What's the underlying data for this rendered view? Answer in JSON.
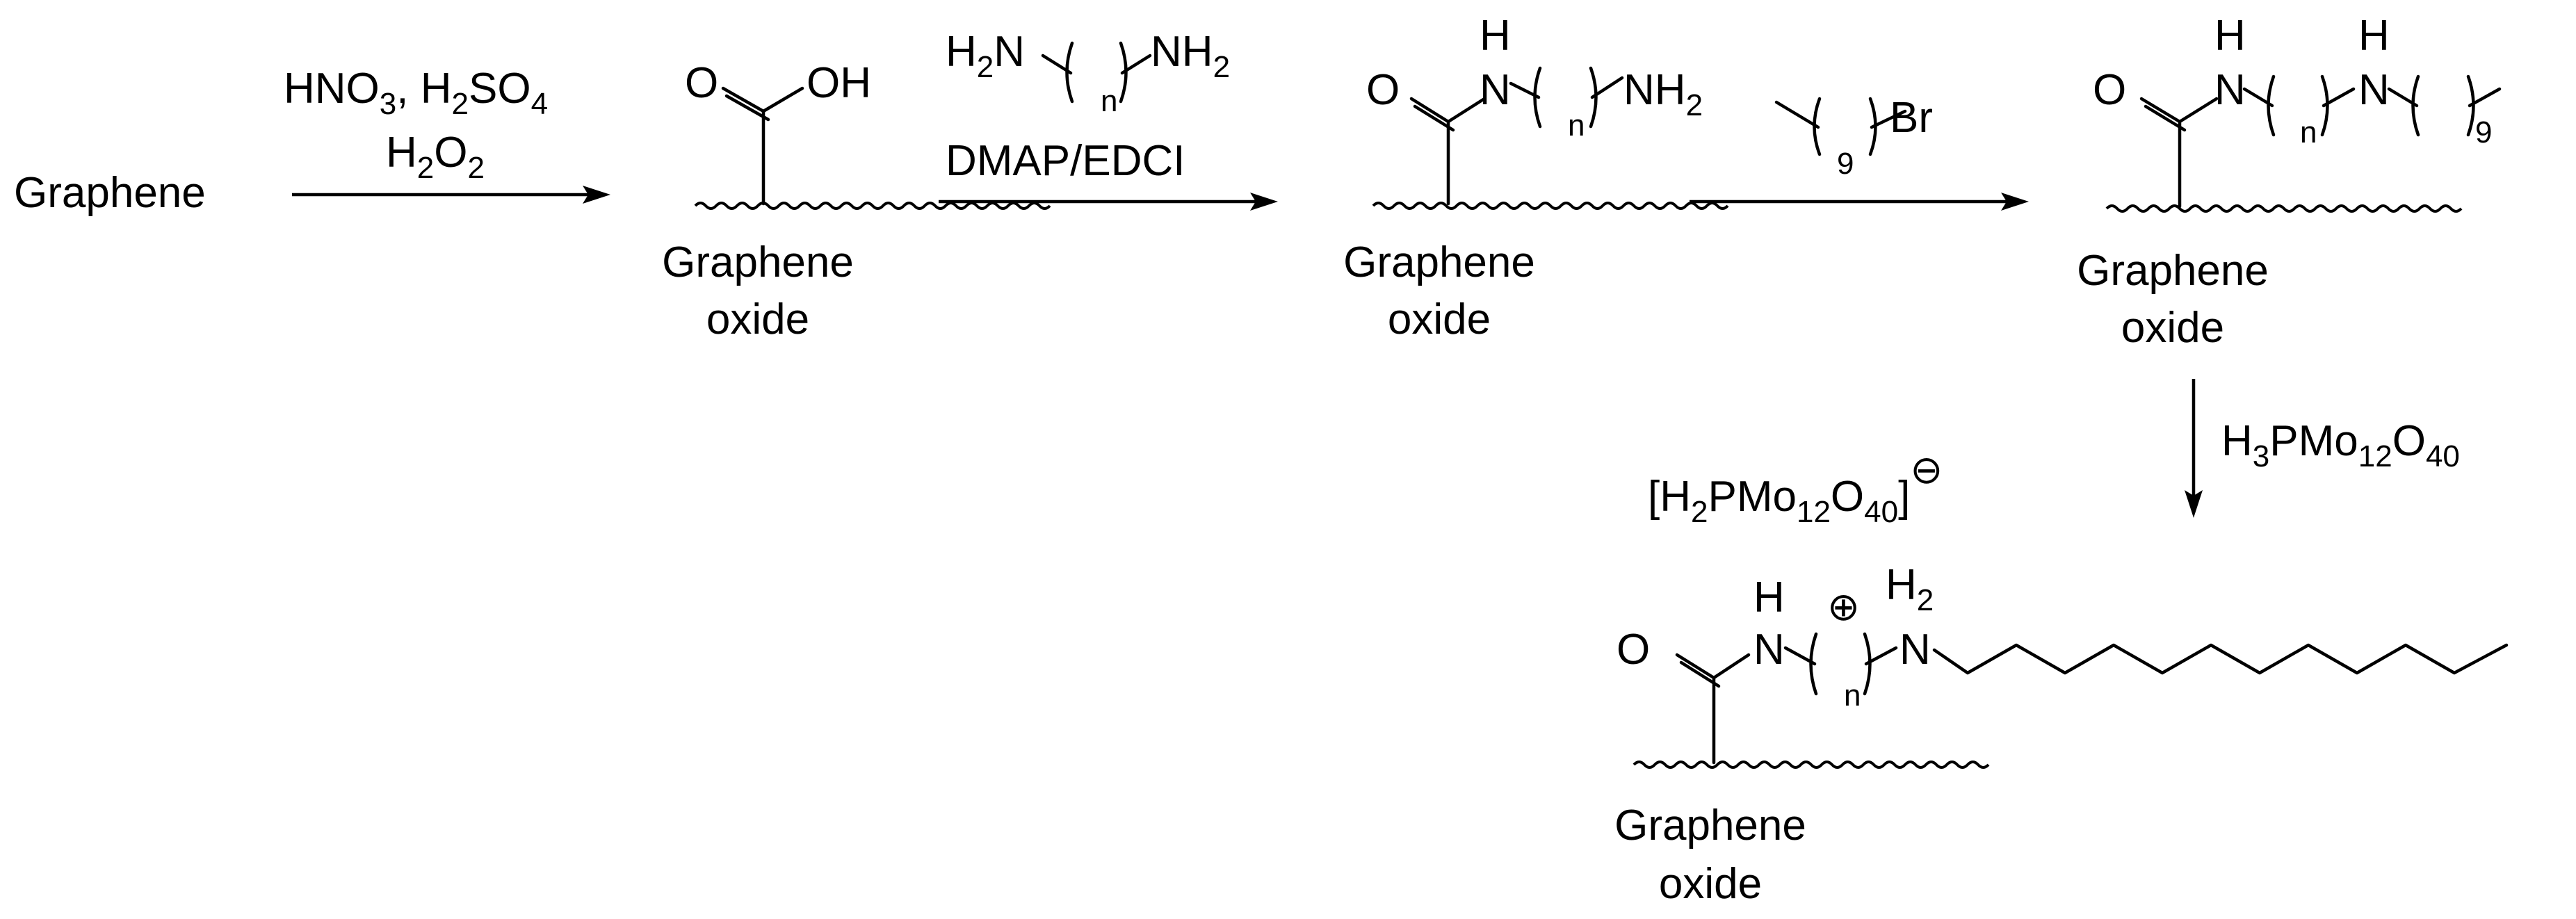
{
  "start": {
    "label": "Graphene"
  },
  "step1": {
    "reagent_line1": {
      "p1": "HNO",
      "s1": "3",
      "p2": ", H",
      "s2": "2",
      "p3": "SO",
      "s3": "4"
    },
    "reagent_line2": {
      "p1": "H",
      "s1": "2",
      "p2": "O",
      "s2": "2"
    }
  },
  "compound1": {
    "o": "O",
    "oh": "OH",
    "label_line1": "Graphene",
    "label_line2": "oxide"
  },
  "step2": {
    "diamine": {
      "h2n": "H",
      "h2n_sub": "2",
      "h2n_n": "N",
      "n": "n",
      "nh2": "NH",
      "nh2_sub": "2"
    },
    "conditions": "DMAP/EDCI"
  },
  "compound2": {
    "o": "O",
    "h": "H",
    "n": "N",
    "index": "n",
    "nh2": "NH",
    "nh2_sub": "2",
    "label_line1": "Graphene",
    "label_line2": "oxide"
  },
  "step3": {
    "br": "Br",
    "index": "9"
  },
  "compound3": {
    "o": "O",
    "h1": "H",
    "n1": "N",
    "index_n": "n",
    "h2": "H",
    "n2": "N",
    "index_9": "9",
    "label_line1": "Graphene",
    "label_line2": "oxide"
  },
  "step4": {
    "reagent": {
      "p1": "H",
      "s1": "3",
      "p2": "PMo",
      "s2": "12",
      "p3": "O",
      "s3": "40"
    }
  },
  "anion": {
    "p1": "[H",
    "s1": "2",
    "p2": "PMo",
    "s2": "12",
    "p3": "O",
    "s3": "40",
    "p4": "]",
    "charge": "⊖"
  },
  "product": {
    "o": "O",
    "h": "H",
    "n1": "N",
    "index": "n",
    "plus": "⊕",
    "h2": "H",
    "h2_sub": "2",
    "n2": "N",
    "label_line1": "Graphene",
    "label_line2": "oxide"
  }
}
